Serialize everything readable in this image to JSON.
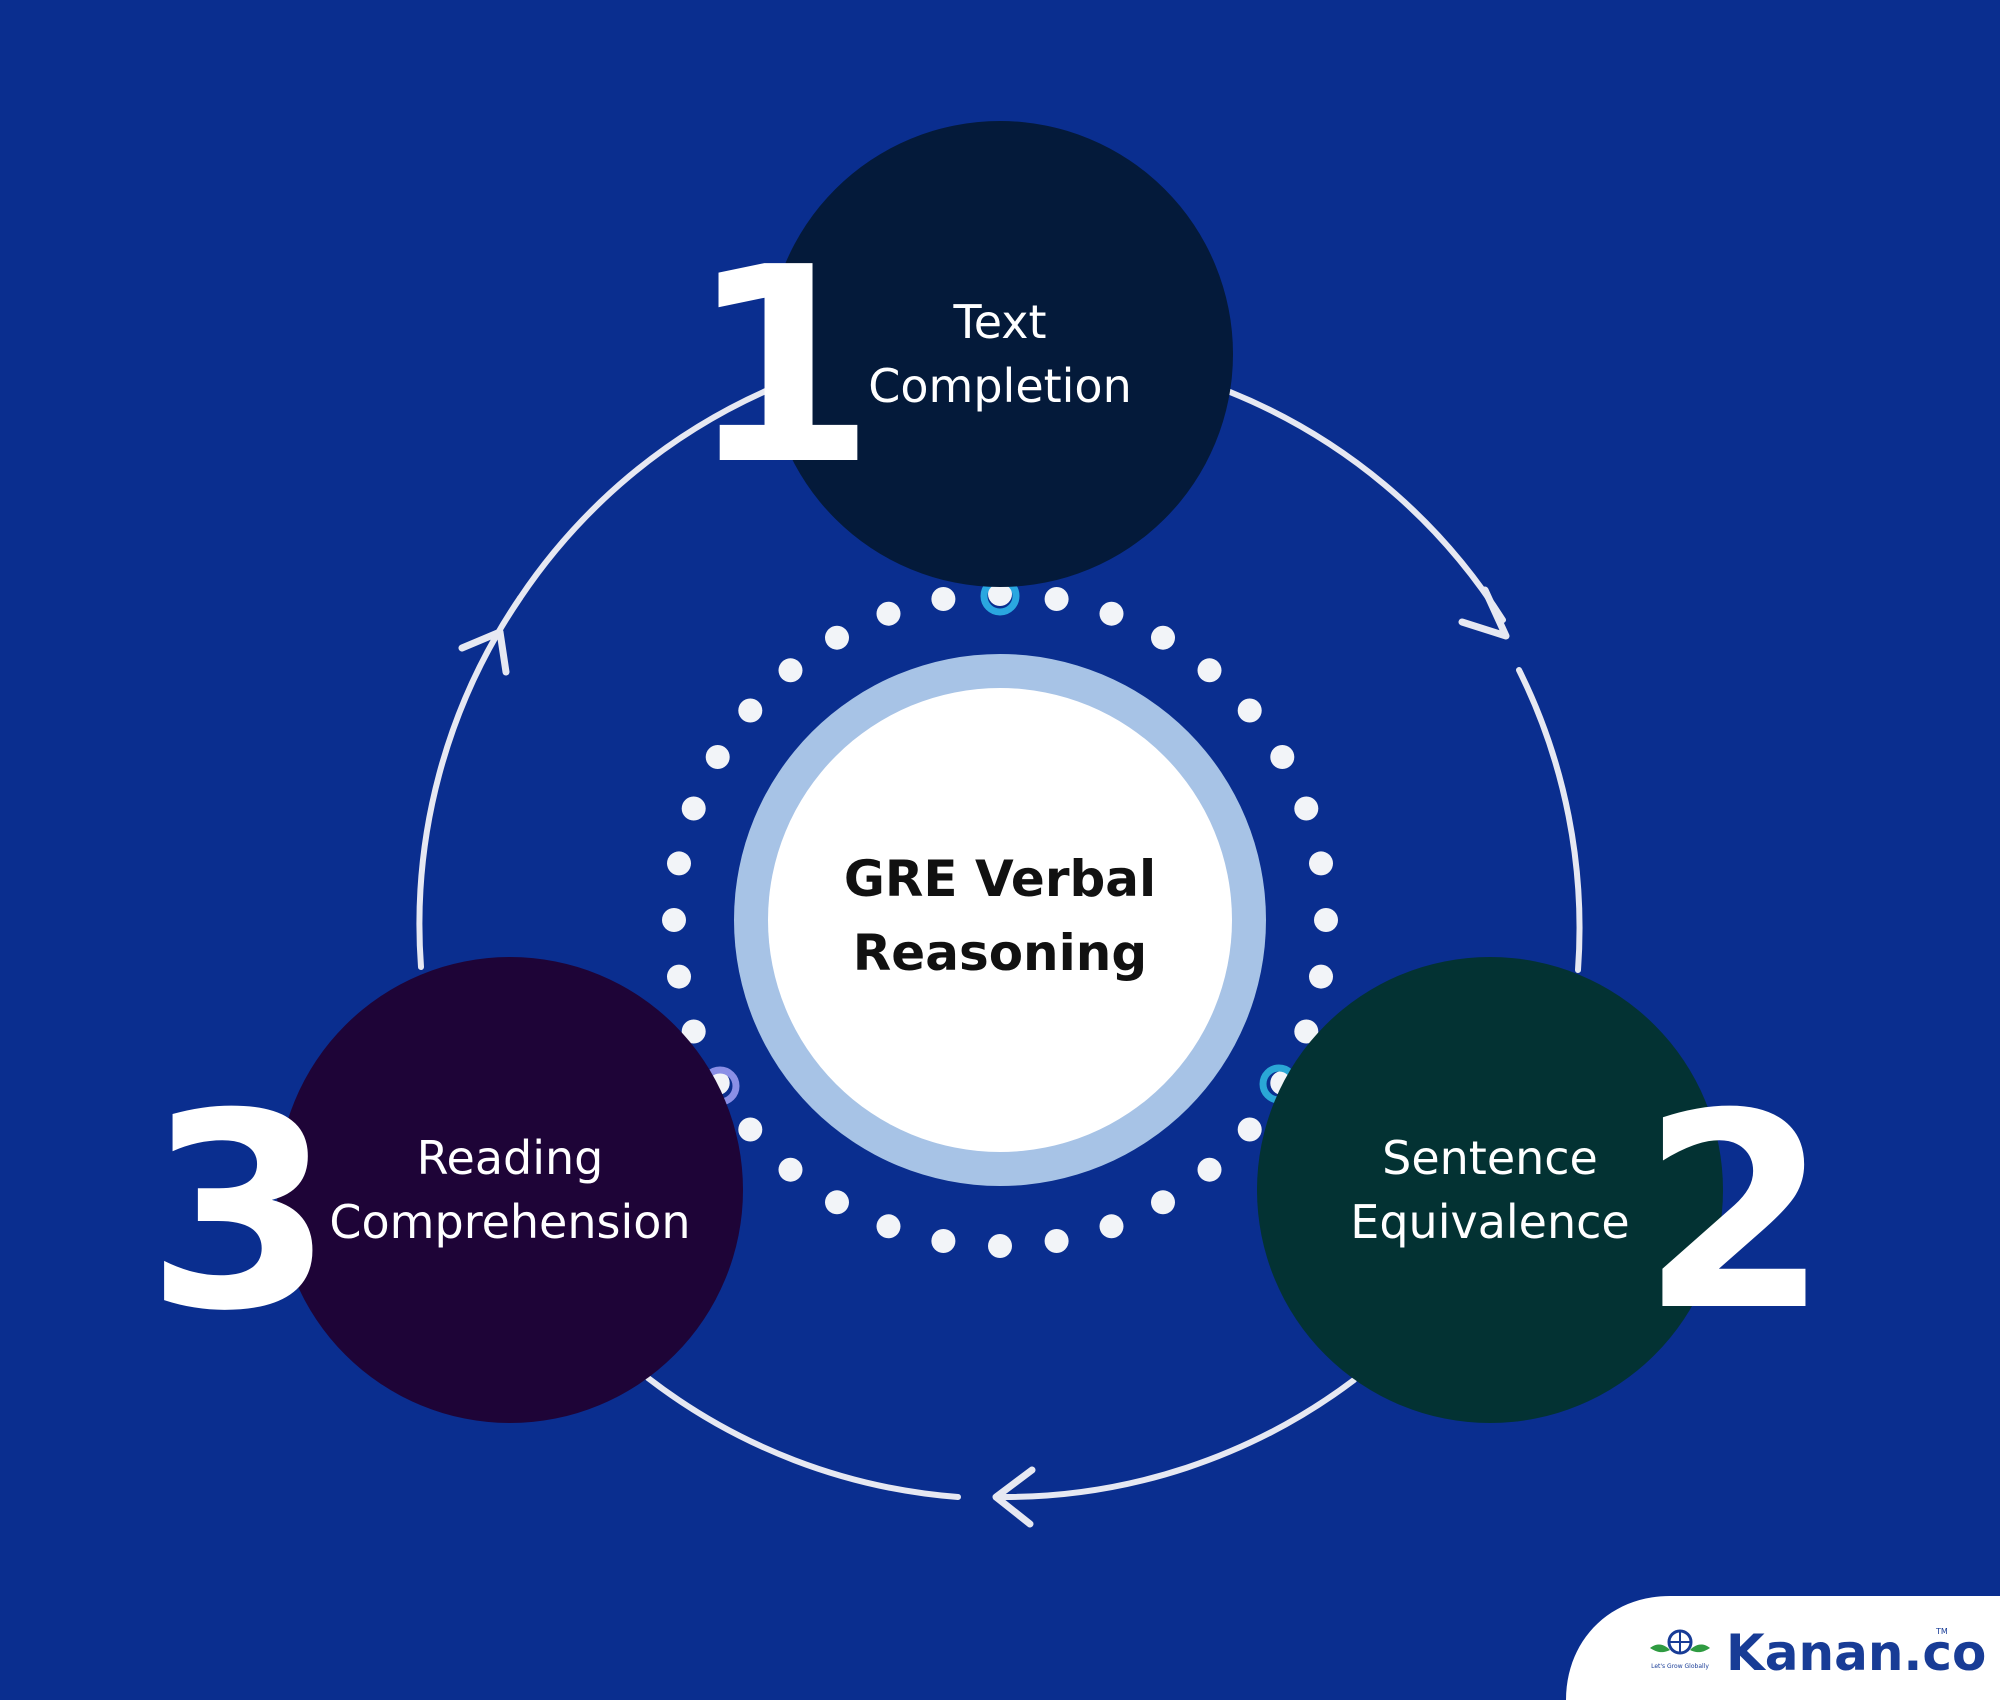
{
  "colors": {
    "background": "#0a2e8f",
    "ring_stroke": "#e6e8f2",
    "dots": "#f2f4f8",
    "stage_1_fill": "#041a3a",
    "stage_2_fill": "#033233",
    "stage_3_fill": "#1e0437",
    "center_fill": "#ffffff",
    "center_ring": "#a7c3e6",
    "brand_blue": "#183c96",
    "brand_green": "#2f9b41"
  },
  "center": {
    "title_line1": "GRE Verbal",
    "title_line2": "Reasoning"
  },
  "stages": [
    {
      "number": "1",
      "line1": "Text",
      "line2": "Completion"
    },
    {
      "number": "2",
      "line1": "Sentence",
      "line2": "Equivalence"
    },
    {
      "number": "3",
      "line1": "Reading",
      "line2": "Comprehension"
    }
  ],
  "brand": {
    "name": "Kanan.co",
    "tagline": "Let's Grow Globally",
    "mark": "TM"
  },
  "icons": {
    "cycle_arrows": "arrow-head-icon",
    "logo": "globe-wings-icon"
  }
}
